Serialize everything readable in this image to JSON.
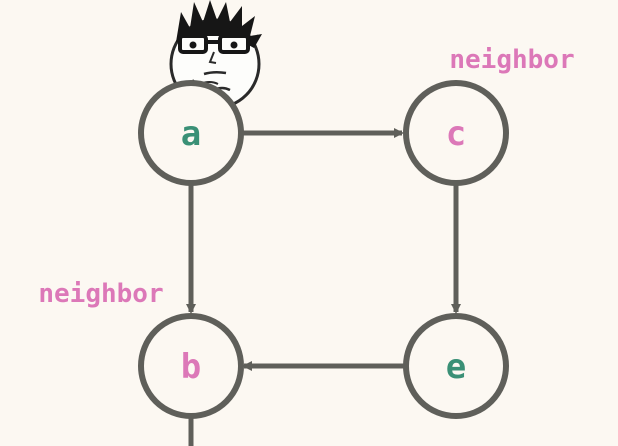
{
  "diagram": {
    "nodes": [
      {
        "id": "a",
        "label": "a",
        "color": "#3a9076"
      },
      {
        "id": "c",
        "label": "c",
        "color": "#dc78b8"
      },
      {
        "id": "b",
        "label": "b",
        "color": "#dc78b8"
      },
      {
        "id": "e",
        "label": "e",
        "color": "#3a9076"
      }
    ],
    "edges": [
      {
        "from": "a",
        "to": "c"
      },
      {
        "from": "a",
        "to": "b"
      },
      {
        "from": "c",
        "to": "e"
      },
      {
        "from": "e",
        "to": "b"
      }
    ],
    "annotations": {
      "c": "neighbor",
      "b": "neighbor"
    },
    "annotation_color": "#dc78b8",
    "stroke_color": "#5f5f5a",
    "background": "#fcf8f2",
    "avatar_icon": "thinking-person-with-glasses-icon"
  }
}
